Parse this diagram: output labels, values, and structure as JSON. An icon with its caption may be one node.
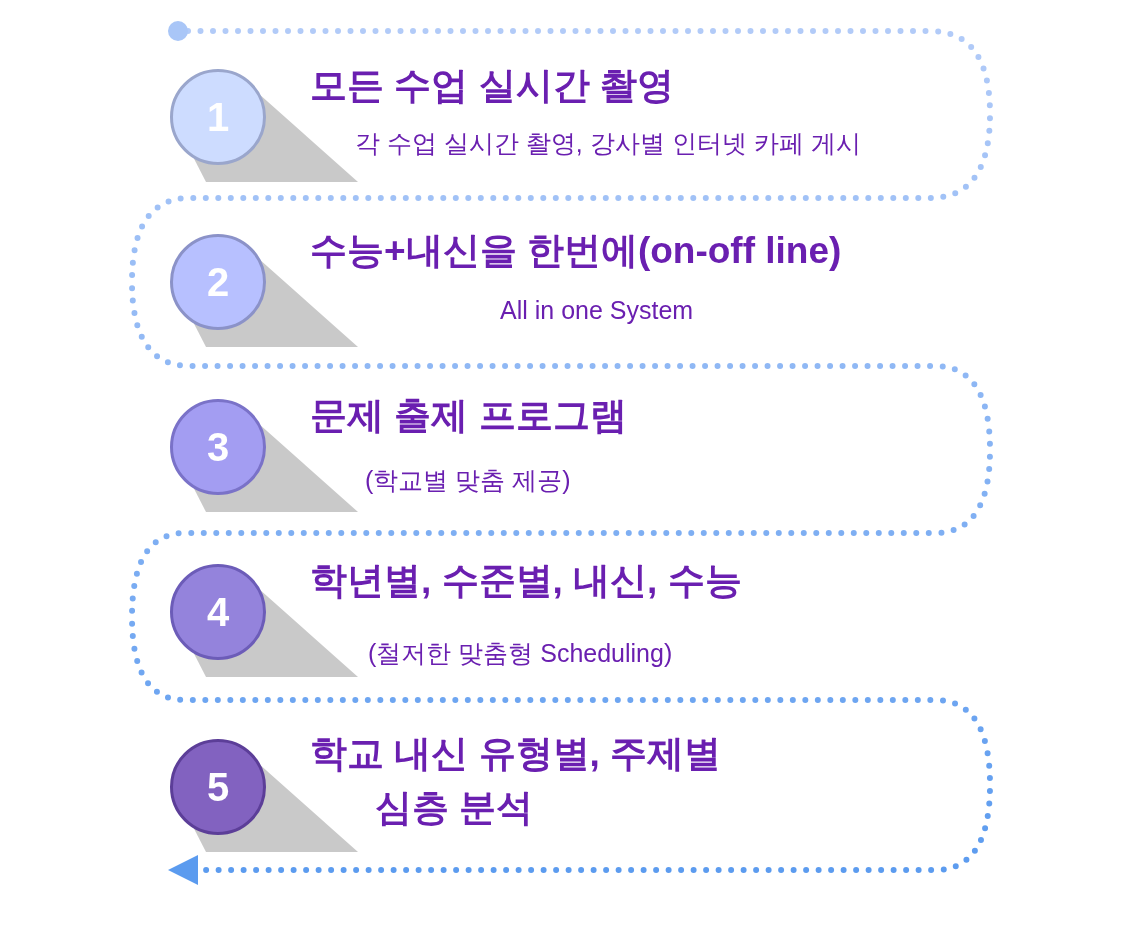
{
  "diagram": {
    "nodes": [
      {
        "text": [],
        "shape": "circle"
      },
      {
        "text": [
          "1"
        ],
        "beside": [
          "모든 수업 실시간 촬영",
          "각 수업 실시간 촬영, 강사별 인터넷 카페 게시"
        ]
      },
      {
        "text": [
          "2"
        ],
        "beside": [
          "수능+내신을 한번에(on-off line)",
          "All in one System"
        ]
      },
      {
        "text": [
          "3"
        ],
        "beside": [
          "문제 출제 프로그램",
          "(학교별 맞춤 제공)"
        ]
      },
      {
        "text": [
          "4"
        ],
        "beside": [
          "학년별, 수준별, 내신, 수능",
          "(철저한 맞춤형 Scheduling)"
        ]
      },
      {
        "text": [
          "5"
        ],
        "beside": [
          "학교 내신 유형별, 주제별 심층 분석"
        ]
      }
    ],
    "edges": [
      {
        "from": 0,
        "to": 5,
        "arrow": "to",
        "style": "dashed"
      }
    ]
  }
}
